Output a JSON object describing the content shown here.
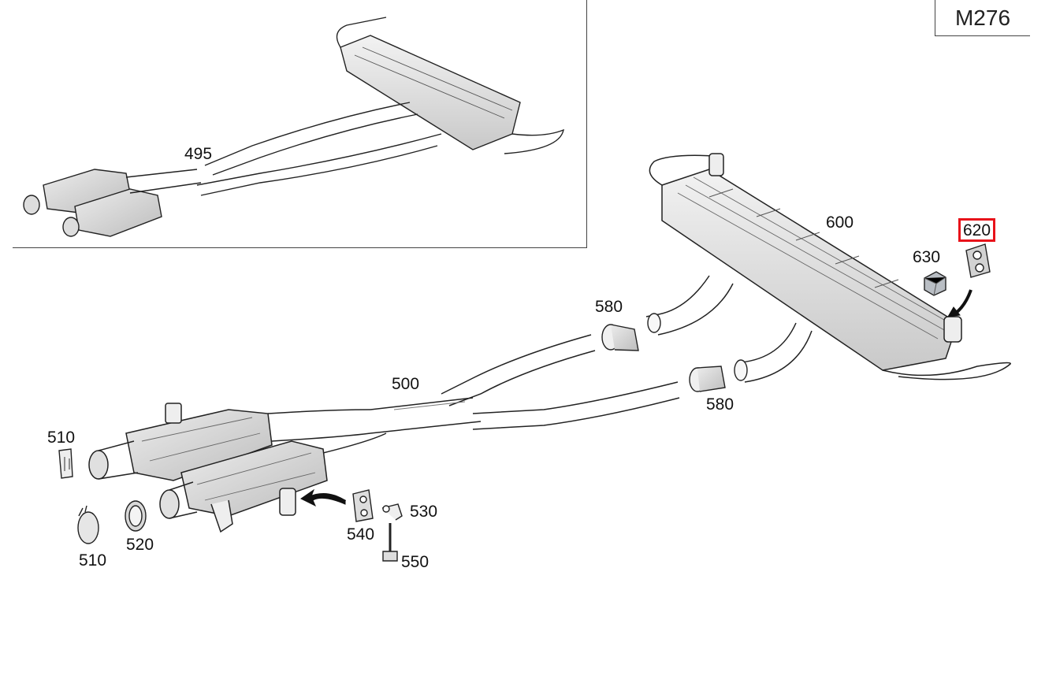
{
  "engine_code": "M276",
  "highlight_color": "#e8121a",
  "part_labels": {
    "p495": "495",
    "p500": "500",
    "p510a": "510",
    "p510b": "510",
    "p520": "520",
    "p530": "530",
    "p540": "540",
    "p550": "550",
    "p580a": "580",
    "p580b": "580",
    "p600": "600",
    "p620": "620",
    "p630": "630"
  },
  "highlighted_part": "620"
}
